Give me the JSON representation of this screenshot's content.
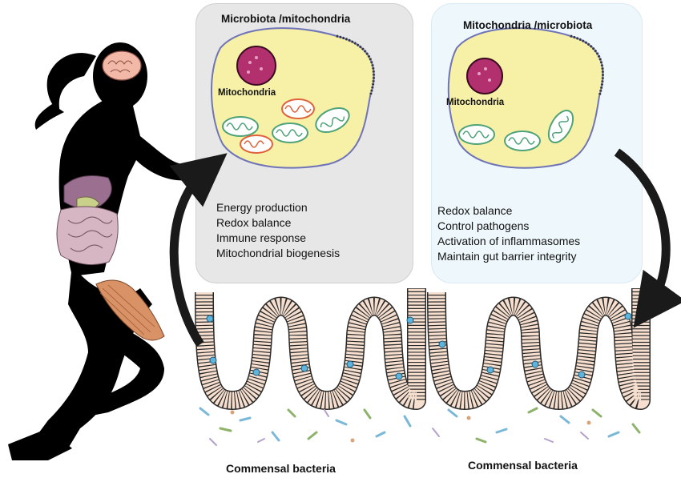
{
  "left_panel": {
    "title": "Microbiota /mitochondria",
    "mitochondria_label": "Mitochondria",
    "functions": [
      "Energy production",
      "Redox balance",
      "Immune response",
      "Mitochondrial biogenesis"
    ]
  },
  "right_panel": {
    "title": "Mitochondria /microbiota",
    "mitochondria_label": "Mitochondria",
    "functions": [
      "Redox balance",
      "Control pathogens",
      "Activation of inflammasomes",
      "Maintain gut barrier integrity"
    ]
  },
  "captions": {
    "left": "Commensal bacteria",
    "right": "Commensal bacteria"
  },
  "colors": {
    "cell_fill": "#f6f1a6",
    "cell_border": "#6f74b8",
    "nucleus": "#b3306e",
    "mito_red": "#e0623c",
    "mito_green": "#4fa37a",
    "epithelium": "#f6dfcf",
    "cell_blue": "#5fb4dc",
    "arrow": "#1a1a1a",
    "silhouette": "#000000"
  }
}
